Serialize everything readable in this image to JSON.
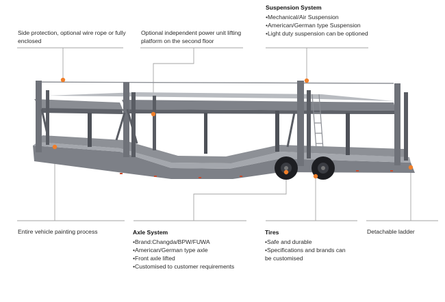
{
  "callouts": {
    "side_protection": "Side protection, optional wire rope or fully enclosed",
    "power_unit": "Optional independent power unit lifting platform on the second floor",
    "suspension": {
      "title": "Suspension System",
      "items": [
        "Mechanical/Air Suspension",
        "American/German type Suspension",
        "Light duty suspension can be optioned"
      ]
    },
    "painting": "Entire vehicle painting process",
    "axle": {
      "title": "Axle System",
      "items": [
        "Brand:Changda/BPW/FUWA",
        "American/German type axle",
        "Front axle lifted",
        "Customised to customer requirements"
      ]
    },
    "tires": {
      "title": "Tires",
      "items": [
        "Safe and durable",
        "Specifications and brands can be customised"
      ]
    },
    "ladder": "Detachable ladder"
  },
  "colors": {
    "accent": "#f07f2a",
    "frame": "#7c7f86",
    "frame_dark": "#4e5158",
    "line": "#9a9a9a"
  }
}
